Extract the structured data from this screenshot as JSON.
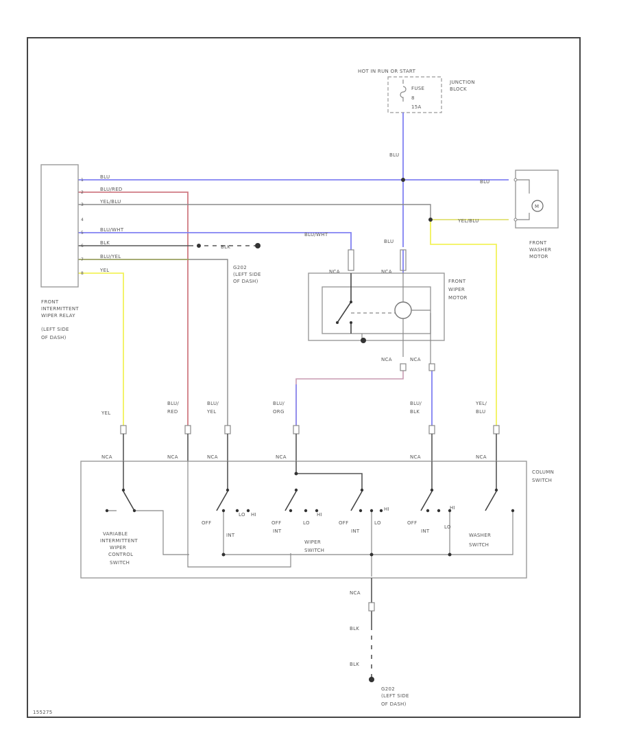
{
  "colors": {
    "blu": "#8080f2",
    "red": "#cf7a82",
    "yel": "#f2f25a",
    "grn": "#9aa060",
    "frame": "#444444"
  },
  "texts": {
    "hot_label": "HOT IN RUN OR START",
    "fuse_label": "FUSE",
    "fuse_num": "8",
    "fuse_amp": "15A",
    "junction_l1": "JUNCTION",
    "junction_l2": "BLOCK",
    "blu_top": "BLU",
    "blu_mid": "BLU",
    "blu_right": "BLU",
    "yel_blu_right": "YEL/BLU",
    "washer_l1": "FRONT",
    "washer_l2": "WASHER",
    "washer_l3": "MOTOR",
    "relay_pins": [
      {
        "pin": "1",
        "wire": "BLU"
      },
      {
        "pin": "2",
        "wire": "BLU/RED"
      },
      {
        "pin": "3",
        "wire": "YEL/BLU"
      },
      {
        "pin": "4",
        "wire": ""
      },
      {
        "pin": "5",
        "wire": "BLU/WHT"
      },
      {
        "pin": "6",
        "wire": "BLK"
      },
      {
        "pin": "7",
        "wire": "BLU/YEL"
      },
      {
        "pin": "8",
        "wire": "YEL"
      }
    ],
    "blu_wht_label": "BLU/WHT",
    "blk_ground_label": "BLK",
    "g202_l1": "G202",
    "g202_l2": "(LEFT SIDE",
    "g202_l3": "OF DASH)",
    "relay_l1": "FRONT",
    "relay_l2": "INTERMITTENT",
    "relay_l3": "WIPER RELAY",
    "relay_l4": "(LEFT SIDE",
    "relay_l5": "OF DASH)",
    "nca": "NCA",
    "wiper_motor_l1": "FRONT",
    "wiper_motor_l2": "WIPER",
    "wiper_motor_l3": "MOTOR",
    "col_yel": "YEL",
    "col_blu_red_1": "BLU/",
    "col_blu_red_2": "RED",
    "col_blu_yel_1": "BLU/",
    "col_blu_yel_2": "YEL",
    "col_blu_org_1": "BLU/",
    "col_blu_org_2": "ORG",
    "col_blu_blk_1": "BLU/",
    "col_blu_blk_2": "BLK",
    "col_yel_blu_1": "YEL/",
    "col_yel_blu_2": "BLU",
    "column_switch_l1": "COLUMN",
    "column_switch_l2": "SWITCH",
    "pos_off": "OFF",
    "pos_int": "INT",
    "pos_lo": "LO",
    "pos_hi": "HI",
    "var_l1": "VARIABLE",
    "var_l2": "INTERMITTENT",
    "var_l3": "WIPER",
    "var_l4": "CONTROL",
    "var_l5": "SWITCH",
    "wiper_sw_l1": "WIPER",
    "wiper_sw_l2": "SWITCH",
    "washer_sw_l1": "WASHER",
    "washer_sw_l2": "SWITCH",
    "blk_1": "BLK",
    "blk_2": "BLK",
    "g202b_l1": "G202",
    "g202b_l2": "(LEFT SIDE",
    "g202b_l3": "OF DASH)",
    "ref_code": "155275"
  }
}
